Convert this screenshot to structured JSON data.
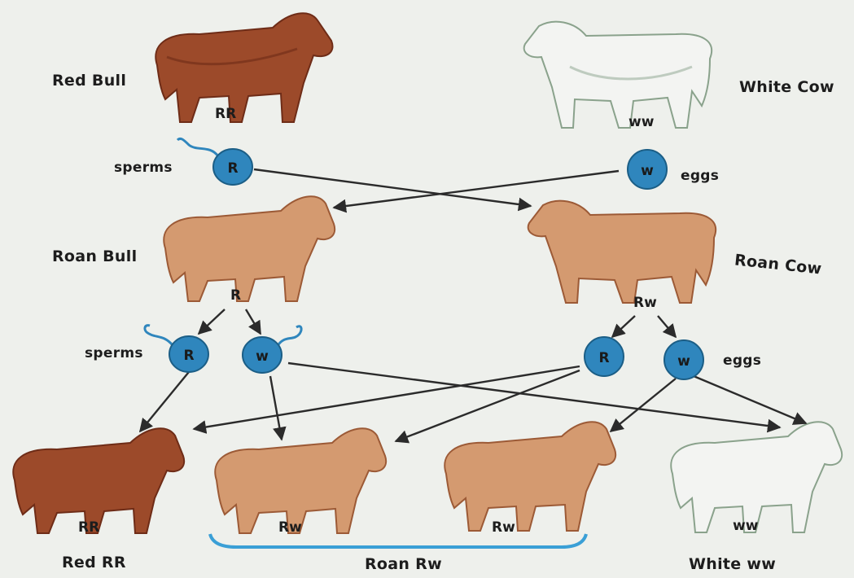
{
  "parents": {
    "red_bull": {
      "label": "Red Bull",
      "genotype": "RR",
      "body_color": "#9c4a2a",
      "shade_color": "#6e2c17"
    },
    "white_cow": {
      "label": "White Cow",
      "genotype": "ww",
      "body_color": "#f3f4f2",
      "shade_color": "#8aa28c"
    }
  },
  "parent_gametes": {
    "sperms_label": "sperms",
    "sperm_allele": "R",
    "eggs_label": "eggs",
    "egg_allele": "w"
  },
  "f1": {
    "roan_bull": {
      "label": "Roan Bull",
      "genotype": "R"
    },
    "roan_cow": {
      "label": "Roan Cow",
      "genotype": "Rw"
    },
    "body_color": "#d49a70",
    "shade_color": "#9c5a36"
  },
  "f1_gametes": {
    "sperms_label": "sperms",
    "sperm_alleles": [
      "R",
      "w"
    ],
    "eggs_label": "eggs",
    "egg_alleles": [
      "R",
      "w"
    ]
  },
  "f2": {
    "offspring": [
      {
        "genotype": "RR",
        "color": "#9c4a2a",
        "shade": "#6e2c17"
      },
      {
        "genotype": "Rw",
        "color": "#d49a70",
        "shade": "#9c5a36"
      },
      {
        "genotype": "Rw",
        "color": "#d49a70",
        "shade": "#9c5a36"
      },
      {
        "genotype": "ww",
        "color": "#f3f4f2",
        "shade": "#8aa28c"
      }
    ],
    "labels": {
      "red": "Red RR",
      "roan": "Roan Rw",
      "white": "White ww"
    }
  },
  "colors": {
    "gamete_fill": "#2f86bd",
    "gamete_stroke": "#1b5e86",
    "arrow": "#2b2b2b",
    "bracket": "#3a9fd6",
    "background": "#eef0ec"
  }
}
